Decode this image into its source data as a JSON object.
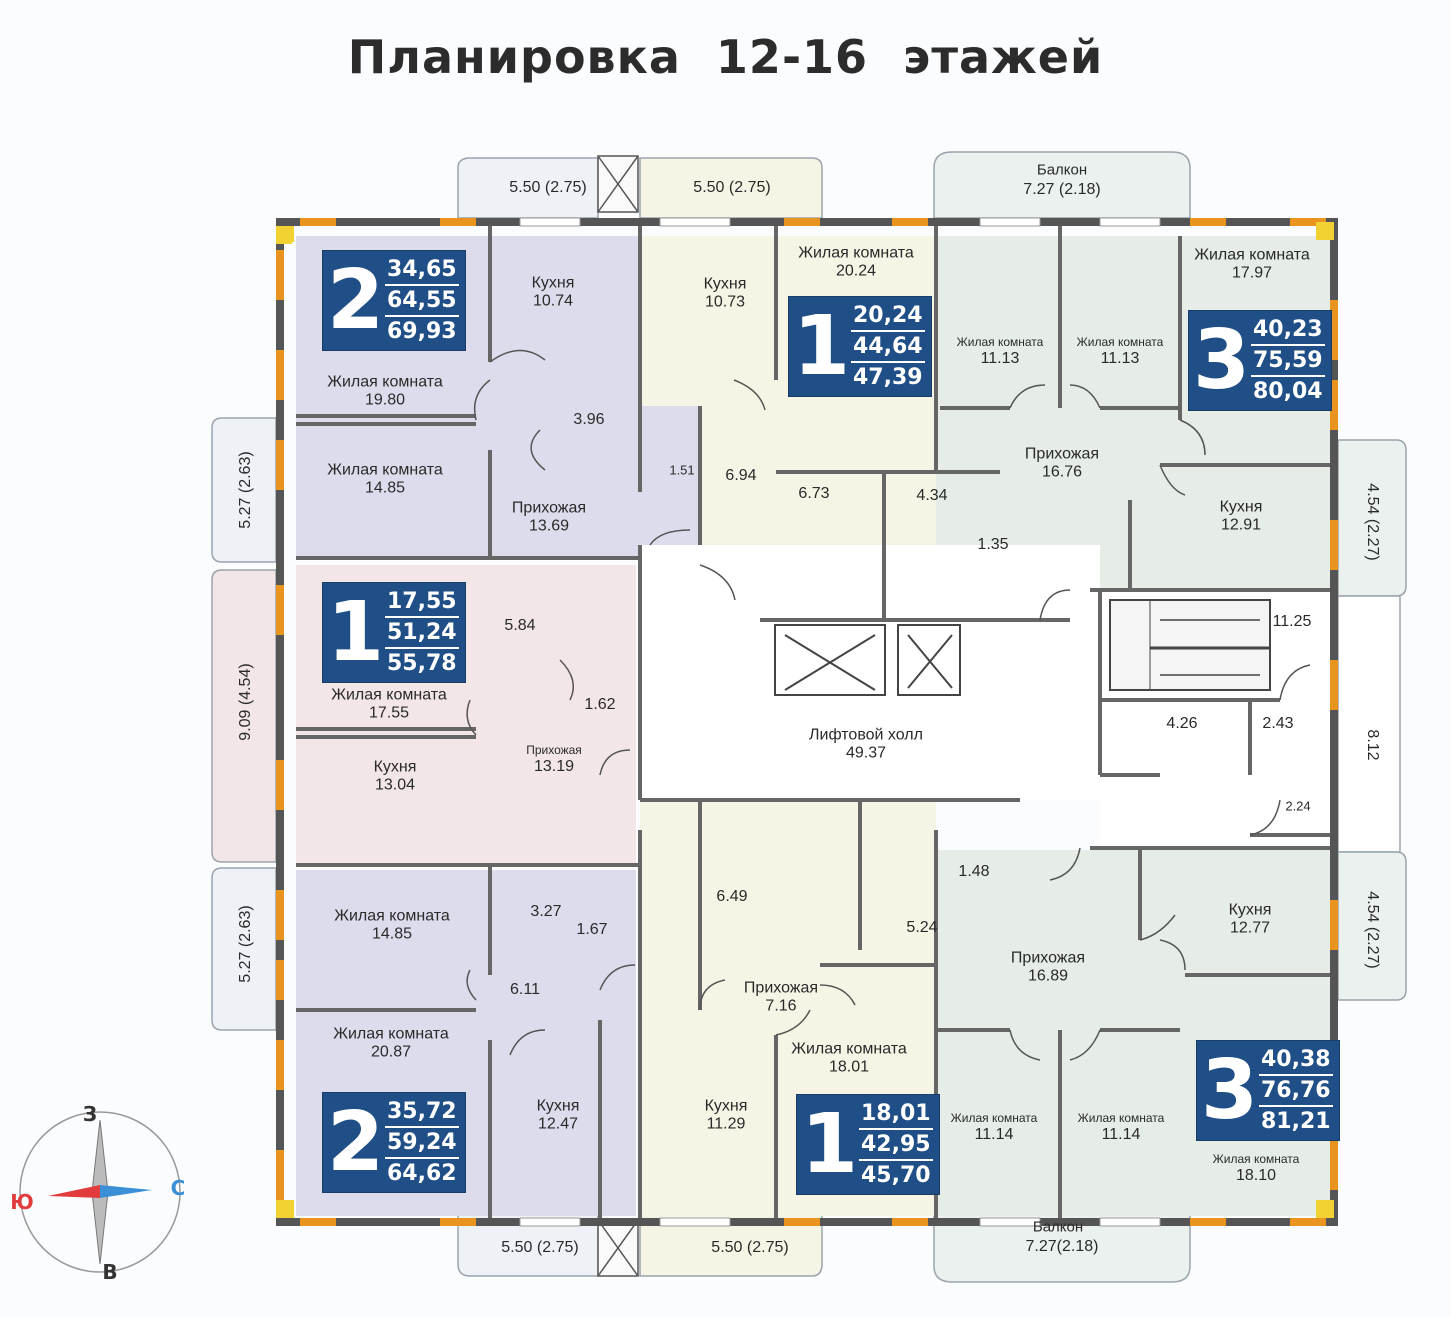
{
  "title": "Планировка  12-16  этажей",
  "apartments": [
    {
      "rooms": "2",
      "values": [
        "34,65",
        "64,55",
        "69,93"
      ]
    },
    {
      "rooms": "1",
      "values": [
        "20,24",
        "44,64",
        "47,39"
      ]
    },
    {
      "rooms": "3",
      "values": [
        "40,23",
        "75,59",
        "80,04"
      ]
    },
    {
      "rooms": "1",
      "values": [
        "17,55",
        "51,24",
        "55,78"
      ]
    },
    {
      "rooms": "2",
      "values": [
        "35,72",
        "59,24",
        "64,62"
      ]
    },
    {
      "rooms": "1",
      "values": [
        "18,01",
        "42,95",
        "45,70"
      ]
    },
    {
      "rooms": "3",
      "values": [
        "40,38",
        "76,76",
        "81,21"
      ]
    }
  ],
  "rooms": [
    {
      "name": "Кухня",
      "area": "10.74"
    },
    {
      "name": "Кухня",
      "area": "10.73"
    },
    {
      "name": "Жилая комната",
      "area": "20.24"
    },
    {
      "name": "Жилая комната",
      "area": "17.97"
    },
    {
      "name": "Жилая комната",
      "area": "19.80"
    },
    {
      "name": "Жилая комната",
      "area": "14.85"
    },
    {
      "name": "Прихожая",
      "area": "13.69"
    },
    {
      "name": "Жилая комната",
      "area": "11.13"
    },
    {
      "name": "Жилая комната",
      "area": "11.13"
    },
    {
      "name": "Прихожая",
      "area": "16.76"
    },
    {
      "name": "Кухня",
      "area": "12.91"
    },
    {
      "name": "Жилая комната",
      "area": "17.55"
    },
    {
      "name": "Прихожая",
      "area": "13.19"
    },
    {
      "name": "Кухня",
      "area": "13.04"
    },
    {
      "name": "Лифтовой холл",
      "area": "49.37"
    },
    {
      "name": "Жилая комната",
      "area": "14.85"
    },
    {
      "name": "Жилая комната",
      "area": "20.87"
    },
    {
      "name": "Кухня",
      "area": "12.47"
    },
    {
      "name": "Прихожая",
      "area": "7.16"
    },
    {
      "name": "Кухня",
      "area": "11.29"
    },
    {
      "name": "Жилая комната",
      "area": "18.01"
    },
    {
      "name": "Прихожая",
      "area": "16.89"
    },
    {
      "name": "Кухня",
      "area": "12.77"
    },
    {
      "name": "Жилая комната",
      "area": "11.14"
    },
    {
      "name": "Жилая комната",
      "area": "11.14"
    },
    {
      "name": "Жилая комната",
      "area": "18.10"
    }
  ],
  "small_areas": [
    "3.96",
    "1.51",
    "6.94",
    "6.73",
    "4.34",
    "1.35",
    "5.84",
    "1.62",
    "11.25",
    "4.26",
    "2.43",
    "2.24",
    "6.49",
    "5.24",
    "1.48",
    "3.27",
    "1.67",
    "6.11"
  ],
  "balconies": {
    "top_left": "5.50 (2.75)",
    "top_center": "5.50 (2.75)",
    "top_right_label": "Балкон",
    "top_right": "7.27 (2.18)",
    "bottom_left": "5.50 (2.75)",
    "bottom_center": "5.50 (2.75)",
    "bottom_right_label": "Балкон",
    "bottom_right": "7.27(2.18)",
    "left_1": "5.27 (2.63)",
    "left_2": "9.09 (4.54)",
    "left_3": "5.27 (2.63)",
    "right_1": "4.54 (2.27)",
    "right_2": "8.12",
    "right_3": "4.54 (2.27)"
  },
  "compass": {
    "n": "С",
    "s": "Ю",
    "w": "З",
    "e": "В"
  },
  "colors": {
    "blue_room": "#dcdcec",
    "green_room": "#e6ece6",
    "yellow_room": "#f6f4e4",
    "pink_room": "#f3e6e6",
    "badge": "#1f4f86",
    "wall": "#5a5a5a",
    "window_orange": "#e8941e",
    "window_yellow": "#f2d232"
  }
}
